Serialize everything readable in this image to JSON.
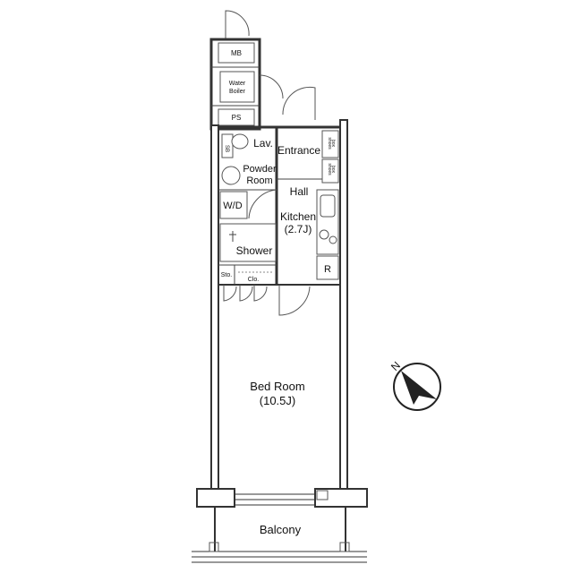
{
  "rooms": {
    "mb": "MB",
    "water_boiler_line1": "Water",
    "water_boiler_line2": "Boiler",
    "ps": "PS",
    "lav": "Lav.",
    "powder_room_line1": "Powder",
    "powder_room_line2": "Room",
    "sb": "SB",
    "wd": "W/D",
    "shower": "Shower",
    "sto": "Sto.",
    "clo": "Clo.",
    "entrance": "Entrance",
    "shoes_box_line1": "shoes",
    "shoes_box_line2": "box",
    "hall": "Hall",
    "kitchen_line1": "Kitchen",
    "kitchen_line2": "(2.7J)",
    "refrigerator": "R",
    "bedroom_line1": "Bed Room",
    "bedroom_line2": "(10.5J)",
    "balcony": "Balcony"
  },
  "compass": {
    "label": "N"
  },
  "colors": {
    "wall": "#333333",
    "fill_dark": "#222222",
    "background": "#ffffff"
  }
}
